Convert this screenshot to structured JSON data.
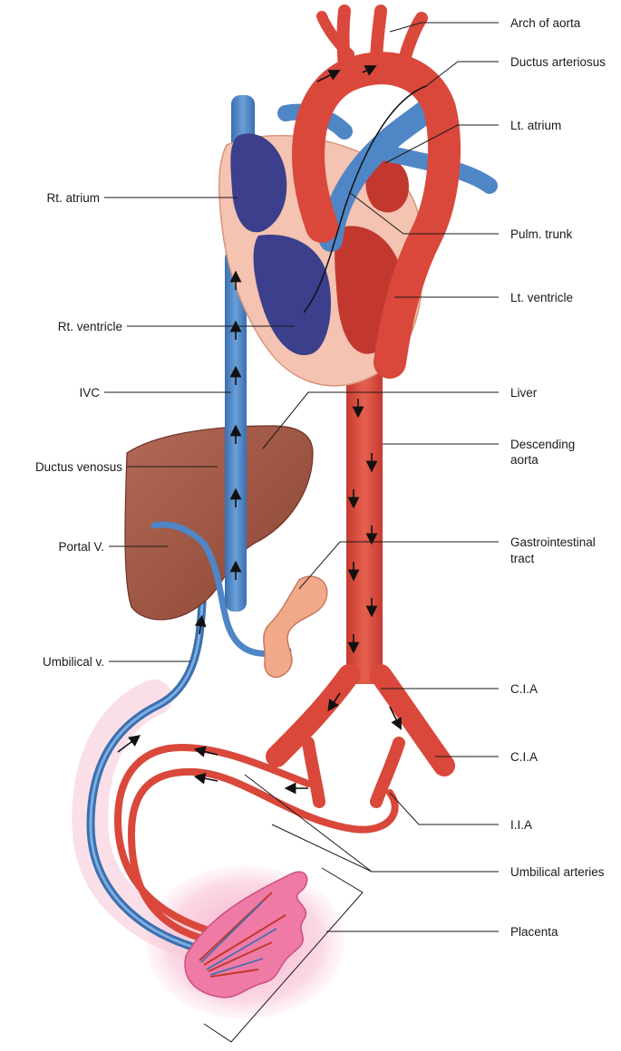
{
  "labels_right": {
    "arch_of_aorta": "Arch of aorta",
    "ductus_arteriosus": "Ductus arteriosus",
    "lt_atrium": "Lt. atrium",
    "pulm_trunk": "Pulm. trunk",
    "lt_ventricle": "Lt. ventricle",
    "liver": "Liver",
    "descending_aorta_line1": "Descending",
    "descending_aorta_line2": "aorta",
    "gi_tract_line1": "Gastrointestinal",
    "gi_tract_line2": "tract",
    "cia_1": "C.I.A",
    "cia_2": "C.I.A",
    "iia": "I.I.A",
    "umbilical_arteries": "Umbilical arteries",
    "placenta": "Placenta"
  },
  "labels_left": {
    "rt_atrium": "Rt. atrium",
    "rt_ventricle": "Rt. ventricle",
    "ivc": "IVC",
    "ductus_venosus": "Ductus venosus",
    "portal_v": "Portal V.",
    "umbilical_v": "Umbilical v."
  },
  "colors": {
    "oxygenated": "#d9483b",
    "deoxygenated": "#4f86c6",
    "heart_chamber_dark": "#3b3f8c",
    "heart_wall": "#f4c3b1",
    "liver": "#9a4f3c",
    "placenta": "#f07aa6",
    "gi_tract": "#f2a98a",
    "leader_line": "#1a1a1a"
  }
}
